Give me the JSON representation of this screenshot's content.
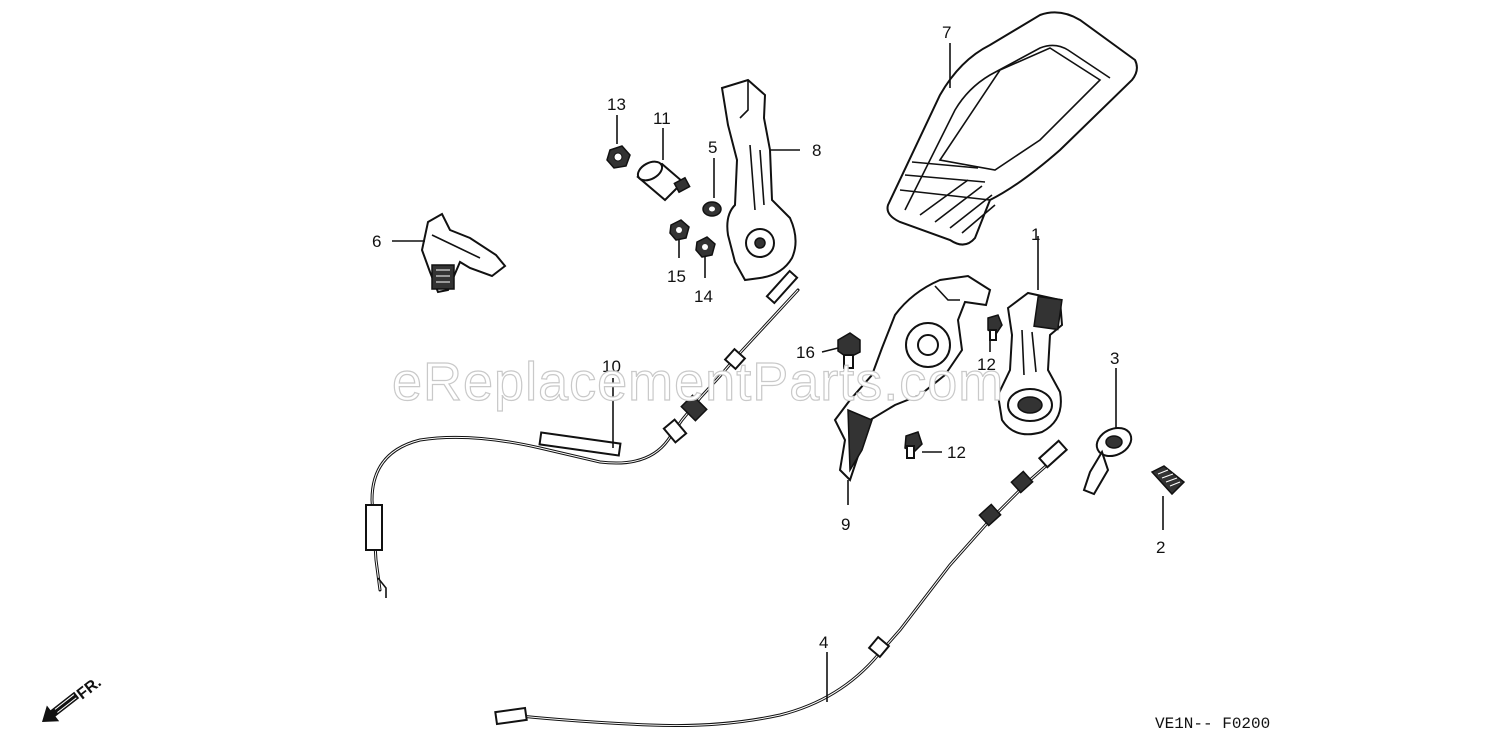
{
  "diagram": {
    "labels": {
      "p1": "1",
      "p2": "2",
      "p3": "3",
      "p4": "4",
      "p5": "5",
      "p6": "6",
      "p7": "7",
      "p8": "8",
      "p9": "9",
      "p10": "10",
      "p11": "11",
      "p12a": "12",
      "p12b": "12",
      "p13": "13",
      "p14": "14",
      "p15": "15",
      "p16": "16"
    },
    "figure_code": "VE1N-- F0200",
    "direction_marker": "FR.",
    "watermark": "eReplacementParts.com"
  }
}
